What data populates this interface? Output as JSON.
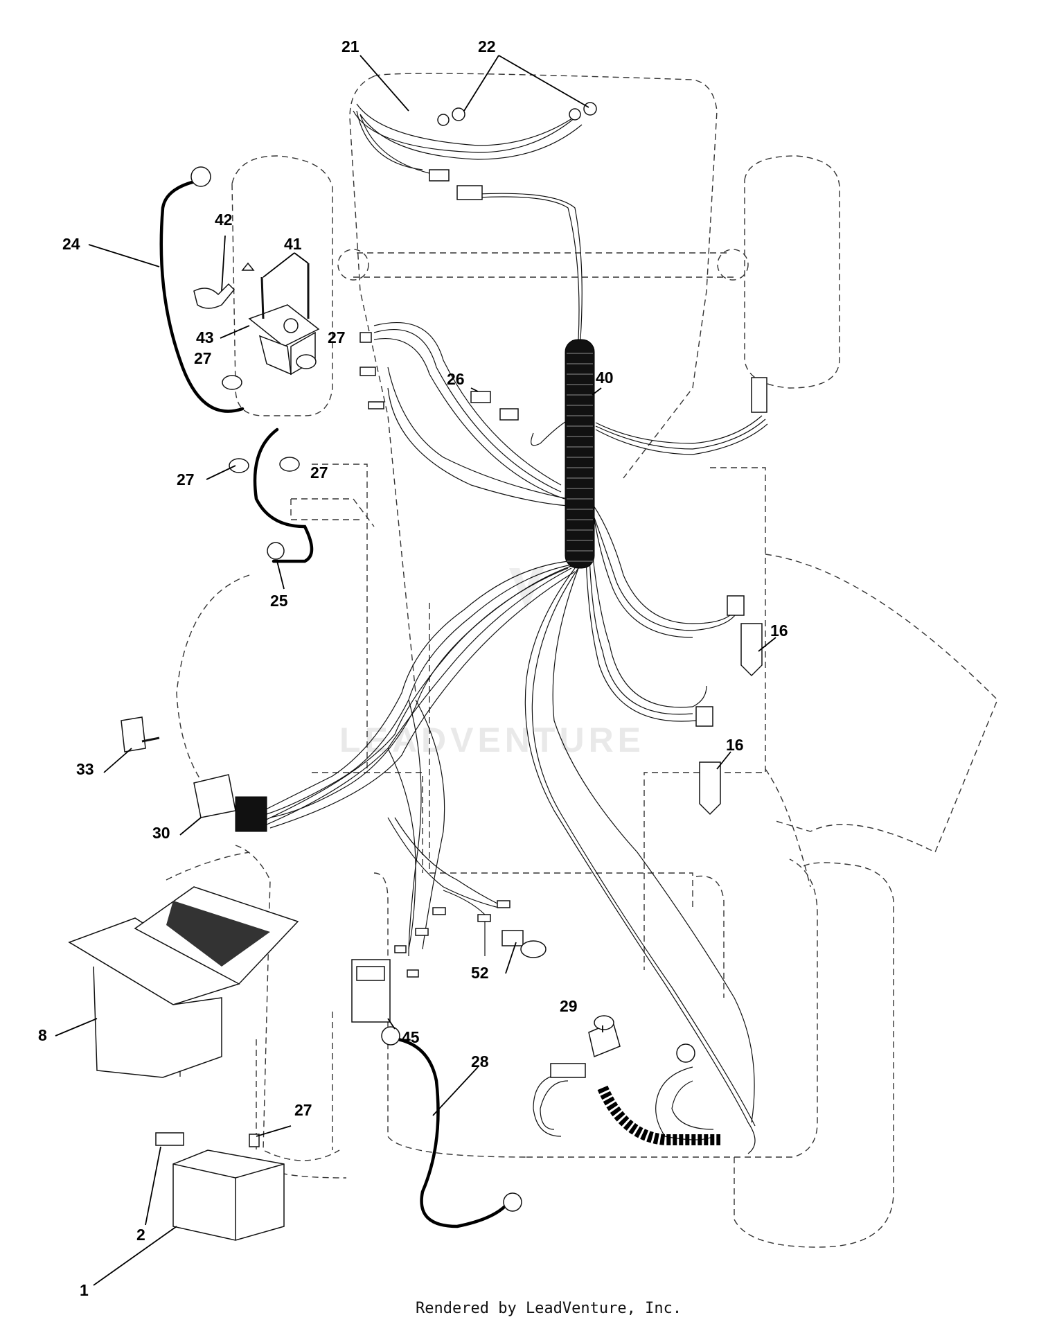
{
  "callouts": {
    "c1": "1",
    "c2": "2",
    "c8": "8",
    "c16a": "16",
    "c16b": "16",
    "c21": "21",
    "c22": "22",
    "c24": "24",
    "c25": "25",
    "c26": "26",
    "c27a": "27",
    "c27b": "27",
    "c27c": "27",
    "c27d": "27",
    "c27e": "27",
    "c28": "28",
    "c29": "29",
    "c30": "30",
    "c33": "33",
    "c40": "40",
    "c41": "41",
    "c42": "42",
    "c43": "43",
    "c45": "45",
    "c52": "52"
  },
  "watermark": "LEADVENTURE",
  "footer": "Rendered by LeadVenture, Inc."
}
